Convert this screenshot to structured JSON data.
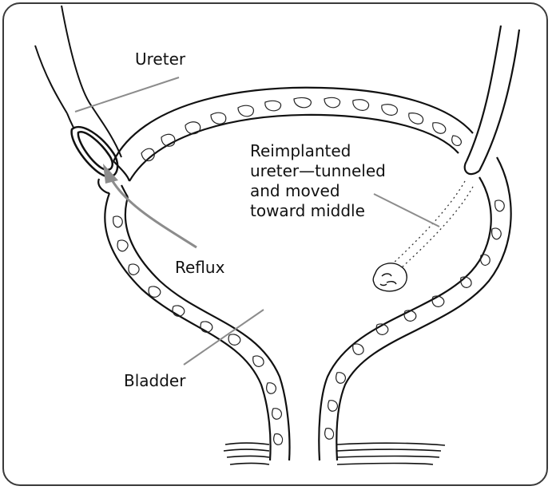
{
  "diagram": {
    "labels": {
      "ureter": "Ureter",
      "reimplanted_line1": "Reimplanted",
      "reimplanted_line2": "ureter—tunneled",
      "reimplanted_line3": "and moved",
      "reimplanted_line4": "toward middle",
      "reflux": "Reflux",
      "bladder": "Bladder"
    },
    "colors": {
      "frame": "#3a3a3a",
      "ink": "#111111",
      "leader_line": "#8c8c8c",
      "reflux_arrow": "#8c8c8c"
    }
  }
}
